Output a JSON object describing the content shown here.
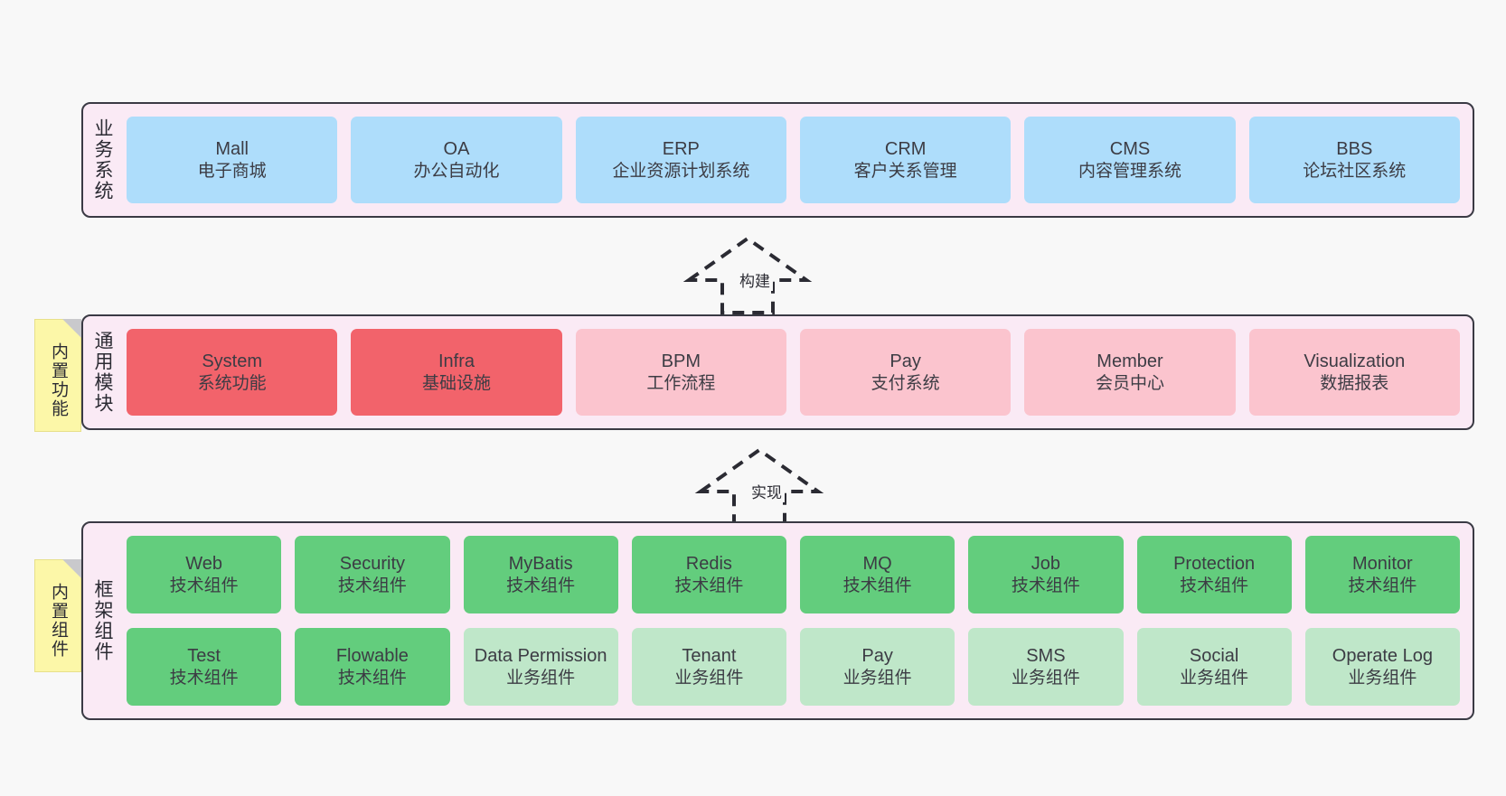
{
  "diagram": {
    "background_color": "#f8f8f8",
    "panel_fill": "#faeaf5",
    "panel_border": "#3a3a44"
  },
  "notes": [
    {
      "label": "内置功能",
      "color": "#fcf7a8"
    },
    {
      "label": "内置组件",
      "color": "#fcf7a8"
    }
  ],
  "arrows": [
    {
      "label": "构建",
      "style": "dashed-hollow-triangle",
      "direction": "up"
    },
    {
      "label": "实现",
      "style": "dashed-hollow-triangle",
      "direction": "up"
    }
  ],
  "sections": [
    {
      "title": "业务系统",
      "rows": [
        {
          "tiles": [
            {
              "en": "Mall",
              "cn": "电子商城",
              "color": "#aeddfb",
              "style": "blue"
            },
            {
              "en": "OA",
              "cn": "办公自动化",
              "color": "#aeddfb",
              "style": "blue"
            },
            {
              "en": "ERP",
              "cn": "企业资源计划系统",
              "color": "#aeddfb",
              "style": "blue"
            },
            {
              "en": "CRM",
              "cn": "客户关系管理",
              "color": "#aeddfb",
              "style": "blue"
            },
            {
              "en": "CMS",
              "cn": "内容管理系统",
              "color": "#aeddfb",
              "style": "blue"
            },
            {
              "en": "BBS",
              "cn": "论坛社区系统",
              "color": "#aeddfb",
              "style": "blue"
            }
          ]
        }
      ]
    },
    {
      "title": "通用模块",
      "rows": [
        {
          "tiles": [
            {
              "en": "System",
              "cn": "系统功能",
              "color": "#f2636b",
              "style": "red"
            },
            {
              "en": "Infra",
              "cn": "基础设施",
              "color": "#f2636b",
              "style": "red"
            },
            {
              "en": "BPM",
              "cn": "工作流程",
              "color": "#fbc4ce",
              "style": "pink"
            },
            {
              "en": "Pay",
              "cn": "支付系统",
              "color": "#fbc4ce",
              "style": "pink"
            },
            {
              "en": "Member",
              "cn": "会员中心",
              "color": "#fbc4ce",
              "style": "pink"
            },
            {
              "en": "Visualization",
              "cn": "数据报表",
              "color": "#fbc4ce",
              "style": "pink"
            }
          ]
        }
      ]
    },
    {
      "title": "框架组件",
      "rows": [
        {
          "tiles": [
            {
              "en": "Web",
              "cn": "技术组件",
              "color": "#63cd7d",
              "style": "green-dark"
            },
            {
              "en": "Security",
              "cn": "技术组件",
              "color": "#63cd7d",
              "style": "green-dark"
            },
            {
              "en": "MyBatis",
              "cn": "技术组件",
              "color": "#63cd7d",
              "style": "green-dark"
            },
            {
              "en": "Redis",
              "cn": "技术组件",
              "color": "#63cd7d",
              "style": "green-dark"
            },
            {
              "en": "MQ",
              "cn": "技术组件",
              "color": "#63cd7d",
              "style": "green-dark"
            },
            {
              "en": "Job",
              "cn": "技术组件",
              "color": "#63cd7d",
              "style": "green-dark"
            },
            {
              "en": "Protection",
              "cn": "技术组件",
              "color": "#63cd7d",
              "style": "green-dark"
            },
            {
              "en": "Monitor",
              "cn": "技术组件",
              "color": "#63cd7d",
              "style": "green-dark"
            }
          ]
        },
        {
          "tiles": [
            {
              "en": "Test",
              "cn": "技术组件",
              "color": "#63cd7d",
              "style": "green-dark"
            },
            {
              "en": "Flowable",
              "cn": "技术组件",
              "color": "#63cd7d",
              "style": "green-dark"
            },
            {
              "en": "Data Permission",
              "cn": "业务组件",
              "color": "#bfe7c9",
              "style": "green-light"
            },
            {
              "en": "Tenant",
              "cn": "业务组件",
              "color": "#bfe7c9",
              "style": "green-light"
            },
            {
              "en": "Pay",
              "cn": "业务组件",
              "color": "#bfe7c9",
              "style": "green-light"
            },
            {
              "en": "SMS",
              "cn": "业务组件",
              "color": "#bfe7c9",
              "style": "green-light"
            },
            {
              "en": "Social",
              "cn": "业务组件",
              "color": "#bfe7c9",
              "style": "green-light"
            },
            {
              "en": "Operate Log",
              "cn": "业务组件",
              "color": "#bfe7c9",
              "style": "green-light"
            }
          ]
        }
      ]
    }
  ]
}
